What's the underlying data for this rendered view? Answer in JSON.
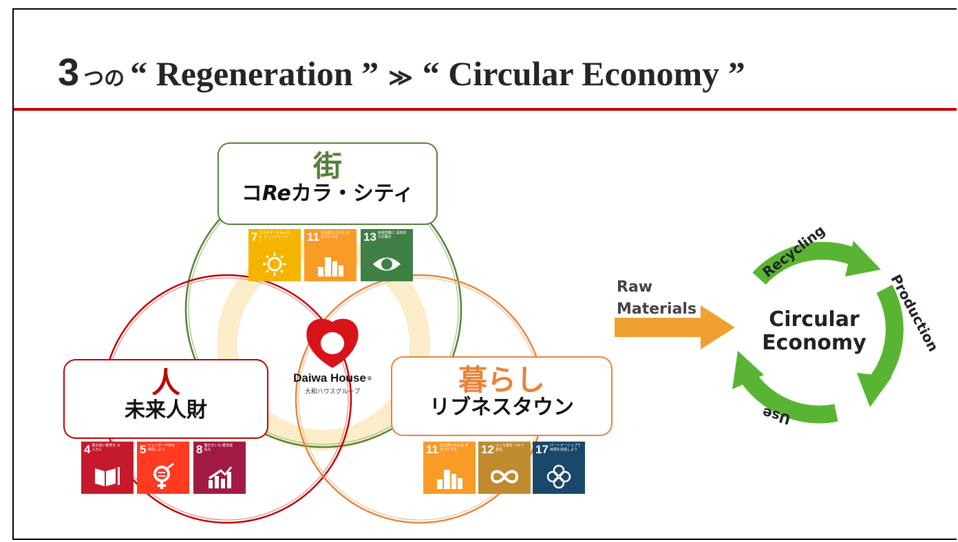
{
  "title": {
    "number": "3",
    "particle": "つの",
    "part1": "“ Regeneration ”",
    "arrow": "≫",
    "part2": "“ Circular Economy ”"
  },
  "colors": {
    "red": "#c00000",
    "green": "#538135",
    "orange": "#e8833a",
    "arrow_green": "#5ab433",
    "arrow_orange": "#f0a030"
  },
  "town": {
    "head": "街",
    "sub_pre": "コ",
    "sub_italic": "Re",
    "sub_post": "カラ・シティ"
  },
  "people": {
    "head": "人",
    "sub": "未来人財"
  },
  "life": {
    "head": "暮らし",
    "sub": "リブネスタウン"
  },
  "logo": {
    "name": "Daiwa House",
    "mark": "®",
    "sub": "大和ハウスグループ"
  },
  "sdgs_town": [
    {
      "num": "7",
      "text": "エネルギーをみんなに そしてクリーンに",
      "color": "#f5b400",
      "icon": "sun-power-icon"
    },
    {
      "num": "11",
      "text": "住み続けられる まちづくりを",
      "color": "#f89c27",
      "icon": "city-buildings-icon"
    },
    {
      "num": "13",
      "text": "気候変動に 具体的な対策を",
      "color": "#407f46",
      "icon": "eye-globe-icon"
    }
  ],
  "sdgs_people": [
    {
      "num": "4",
      "text": "質の高い教育を みんなに",
      "color": "#c5192d",
      "icon": "book-pencil-icon"
    },
    {
      "num": "5",
      "text": "ジェンダー平等を 実現しよう",
      "color": "#ff3a21",
      "icon": "gender-equality-icon"
    },
    {
      "num": "8",
      "text": "働きがいも 経済成長も",
      "color": "#a21942",
      "icon": "growth-chart-icon"
    }
  ],
  "sdgs_life": [
    {
      "num": "11",
      "text": "住み続けられる まちづくりを",
      "color": "#f89c27",
      "icon": "city-buildings-icon"
    },
    {
      "num": "12",
      "text": "つくる責任 つかう責任",
      "color": "#bf8b2e",
      "icon": "infinity-loop-icon"
    },
    {
      "num": "17",
      "text": "パートナーシップで 目標を達成しよう",
      "color": "#19486a",
      "icon": "partnership-flower-icon"
    }
  ],
  "circular": {
    "raw_line1": "Raw",
    "raw_line2": "Materials",
    "center_line1": "Circular",
    "center_line2": "Economy",
    "recycling": "Recycling",
    "production": "Production",
    "use": "Use"
  }
}
